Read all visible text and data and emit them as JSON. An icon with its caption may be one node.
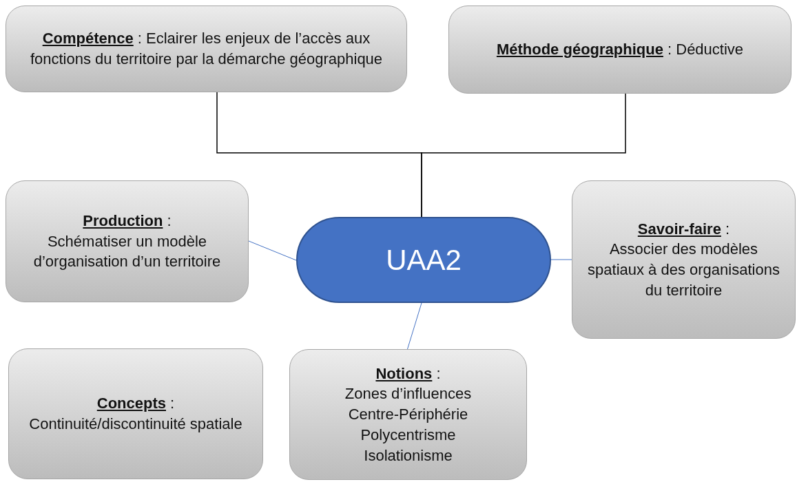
{
  "diagram": {
    "nodes": [
      {
        "text": [
          "**Compétence** : Eclairer les enjeux de l’accès aux fonctions du territoire par la démarche géographique"
        ]
      },
      {
        "text": [
          "**Méthode géographique** : Déductive"
        ]
      },
      {
        "text": [
          "**Production** :",
          "Schématiser un modèle d’organisation d’un territoire"
        ]
      },
      {
        "text": [
          "UAA2"
        ]
      },
      {
        "text": [
          "**Savoir-faire** :",
          "Associer des modèles spatiaux à des organisations du territoire"
        ]
      },
      {
        "text": [
          "**Concepts** :",
          "Continuité/discontinuité spatiale"
        ]
      },
      {
        "text": [
          "**Notions** :",
          "Zones d’influences",
          "Centre-Périphérie",
          "Polycentrisme",
          "Isolationisme"
        ]
      }
    ],
    "edges": [
      {
        "from": 0,
        "to": 3,
        "arrow": "none",
        "color": "#000000"
      },
      {
        "from": 1,
        "to": 3,
        "arrow": "none",
        "color": "#000000"
      },
      {
        "from": 2,
        "to": 3,
        "arrow": "none"
      },
      {
        "from": 4,
        "to": 3,
        "arrow": "none"
      },
      {
        "from": 6,
        "to": 3,
        "arrow": "none"
      }
    ]
  }
}
